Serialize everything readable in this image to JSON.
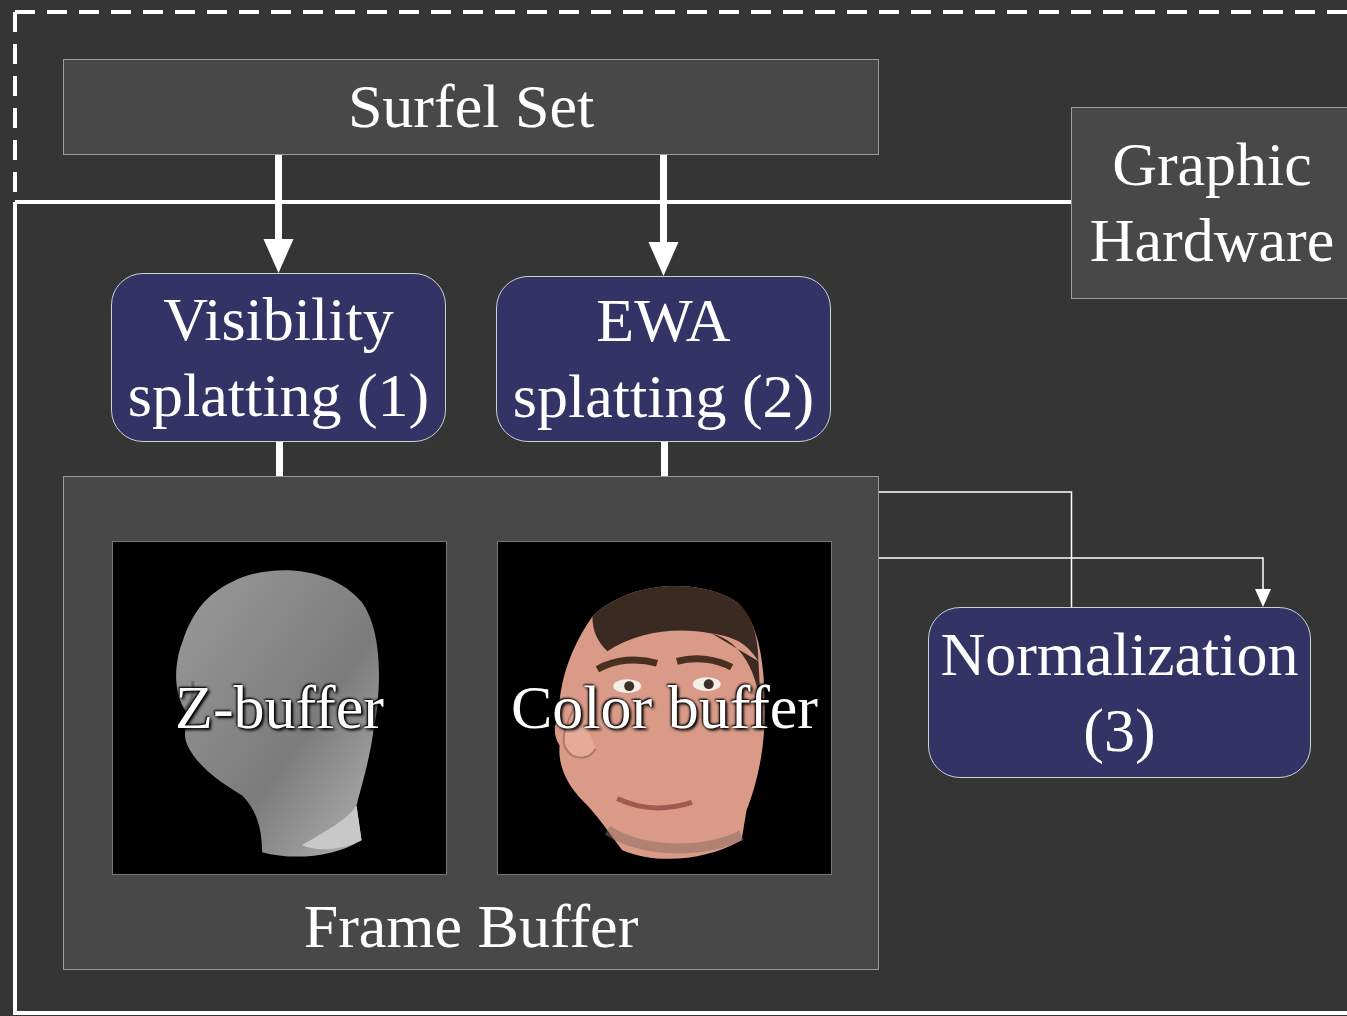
{
  "diagram": {
    "nodes": [
      {
        "text": [
          "Surfel Set"
        ]
      },
      {
        "text": [
          "Graphic Hardware"
        ]
      },
      {
        "text": [
          "Visibility splatting (1)"
        ]
      },
      {
        "text": [
          "EWA splatting (2)"
        ]
      },
      {
        "text": [
          "Frame Buffer"
        ]
      },
      {
        "text": [
          "Z-buffer"
        ],
        "in": 4
      },
      {
        "text": [
          "Color buffer"
        ],
        "in": 4
      },
      {
        "text": [
          "Normalization (3)"
        ]
      }
    ],
    "edges": [
      {
        "from": 0,
        "to": 2,
        "arrow": "to"
      },
      {
        "from": 0,
        "to": 3,
        "arrow": "to"
      },
      {
        "from": 2,
        "to": 5,
        "arrow": "to"
      },
      {
        "from": 3,
        "to": 6,
        "arrow": "to"
      },
      {
        "from": 6,
        "to": 7,
        "arrow": "to"
      },
      {
        "from": 7,
        "to": 6,
        "arrow": "to"
      }
    ]
  }
}
